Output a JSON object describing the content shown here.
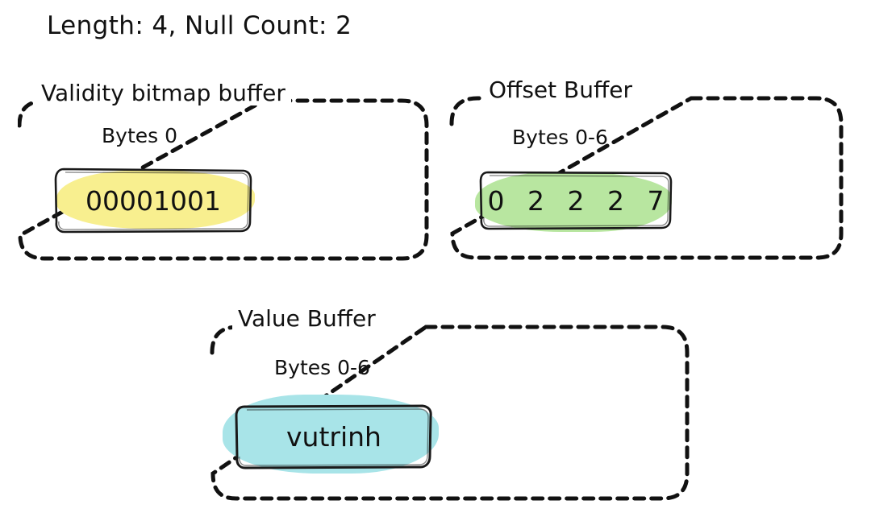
{
  "title": "Length: 4, Null Count: 2",
  "colors": {
    "ink": "#111111",
    "validity_highlight": "#F8EF8F",
    "offset_highlight": "#B8E6A0",
    "value_highlight": "#A8E4E8",
    "background": "#FFFFFF"
  },
  "panels": [
    {
      "id": "validity",
      "label": "Validity bitmap buffer",
      "bytes_label": "Bytes 0",
      "value": "00001001",
      "highlight": "#F8EF8F"
    },
    {
      "id": "offset",
      "label": "Offset Buffer",
      "bytes_label": "Bytes 0-6",
      "value": "0 2 2 2 7",
      "highlight": "#B8E6A0"
    },
    {
      "id": "value",
      "label": "Value Buffer",
      "bytes_label": "Bytes 0-6",
      "value": "vutrinh",
      "highlight": "#A8E4E8"
    }
  ]
}
